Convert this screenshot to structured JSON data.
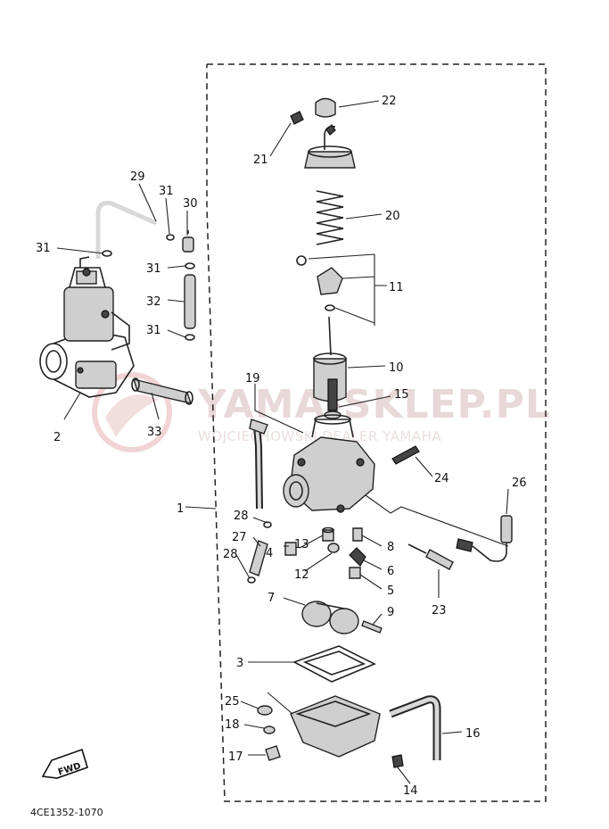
{
  "diagram": {
    "doc_code": "4CE1352-1070",
    "fwd_label": "FWD",
    "watermark": {
      "brand": "YAMA-SKLEP.PL",
      "dealer": "WOJCIECHOWSKI DEALER YAMAHA"
    },
    "callouts": [
      {
        "id": "c1",
        "text": "1"
      },
      {
        "id": "c2",
        "text": "2"
      },
      {
        "id": "c3",
        "text": "3"
      },
      {
        "id": "c4",
        "text": "4"
      },
      {
        "id": "c5",
        "text": "5"
      },
      {
        "id": "c6",
        "text": "6"
      },
      {
        "id": "c7",
        "text": "7"
      },
      {
        "id": "c8",
        "text": "8"
      },
      {
        "id": "c9",
        "text": "9"
      },
      {
        "id": "c10",
        "text": "10"
      },
      {
        "id": "c11",
        "text": "11"
      },
      {
        "id": "c12",
        "text": "12"
      },
      {
        "id": "c13",
        "text": "13"
      },
      {
        "id": "c14",
        "text": "14"
      },
      {
        "id": "c15",
        "text": "15"
      },
      {
        "id": "c16",
        "text": "16"
      },
      {
        "id": "c17",
        "text": "17"
      },
      {
        "id": "c18",
        "text": "18"
      },
      {
        "id": "c19",
        "text": "19"
      },
      {
        "id": "c20",
        "text": "20"
      },
      {
        "id": "c21",
        "text": "21"
      },
      {
        "id": "c22",
        "text": "22"
      },
      {
        "id": "c23",
        "text": "23"
      },
      {
        "id": "c24",
        "text": "24"
      },
      {
        "id": "c25",
        "text": "25"
      },
      {
        "id": "c26",
        "text": "26"
      },
      {
        "id": "c27",
        "text": "27"
      },
      {
        "id": "c28a",
        "text": "28"
      },
      {
        "id": "c28b",
        "text": "28"
      },
      {
        "id": "c29",
        "text": "29"
      },
      {
        "id": "c30",
        "text": "30"
      },
      {
        "id": "c31a",
        "text": "31"
      },
      {
        "id": "c31b",
        "text": "31"
      },
      {
        "id": "c31c",
        "text": "31"
      },
      {
        "id": "c31d",
        "text": "31"
      },
      {
        "id": "c32",
        "text": "32"
      },
      {
        "id": "c33",
        "text": "33"
      }
    ]
  }
}
